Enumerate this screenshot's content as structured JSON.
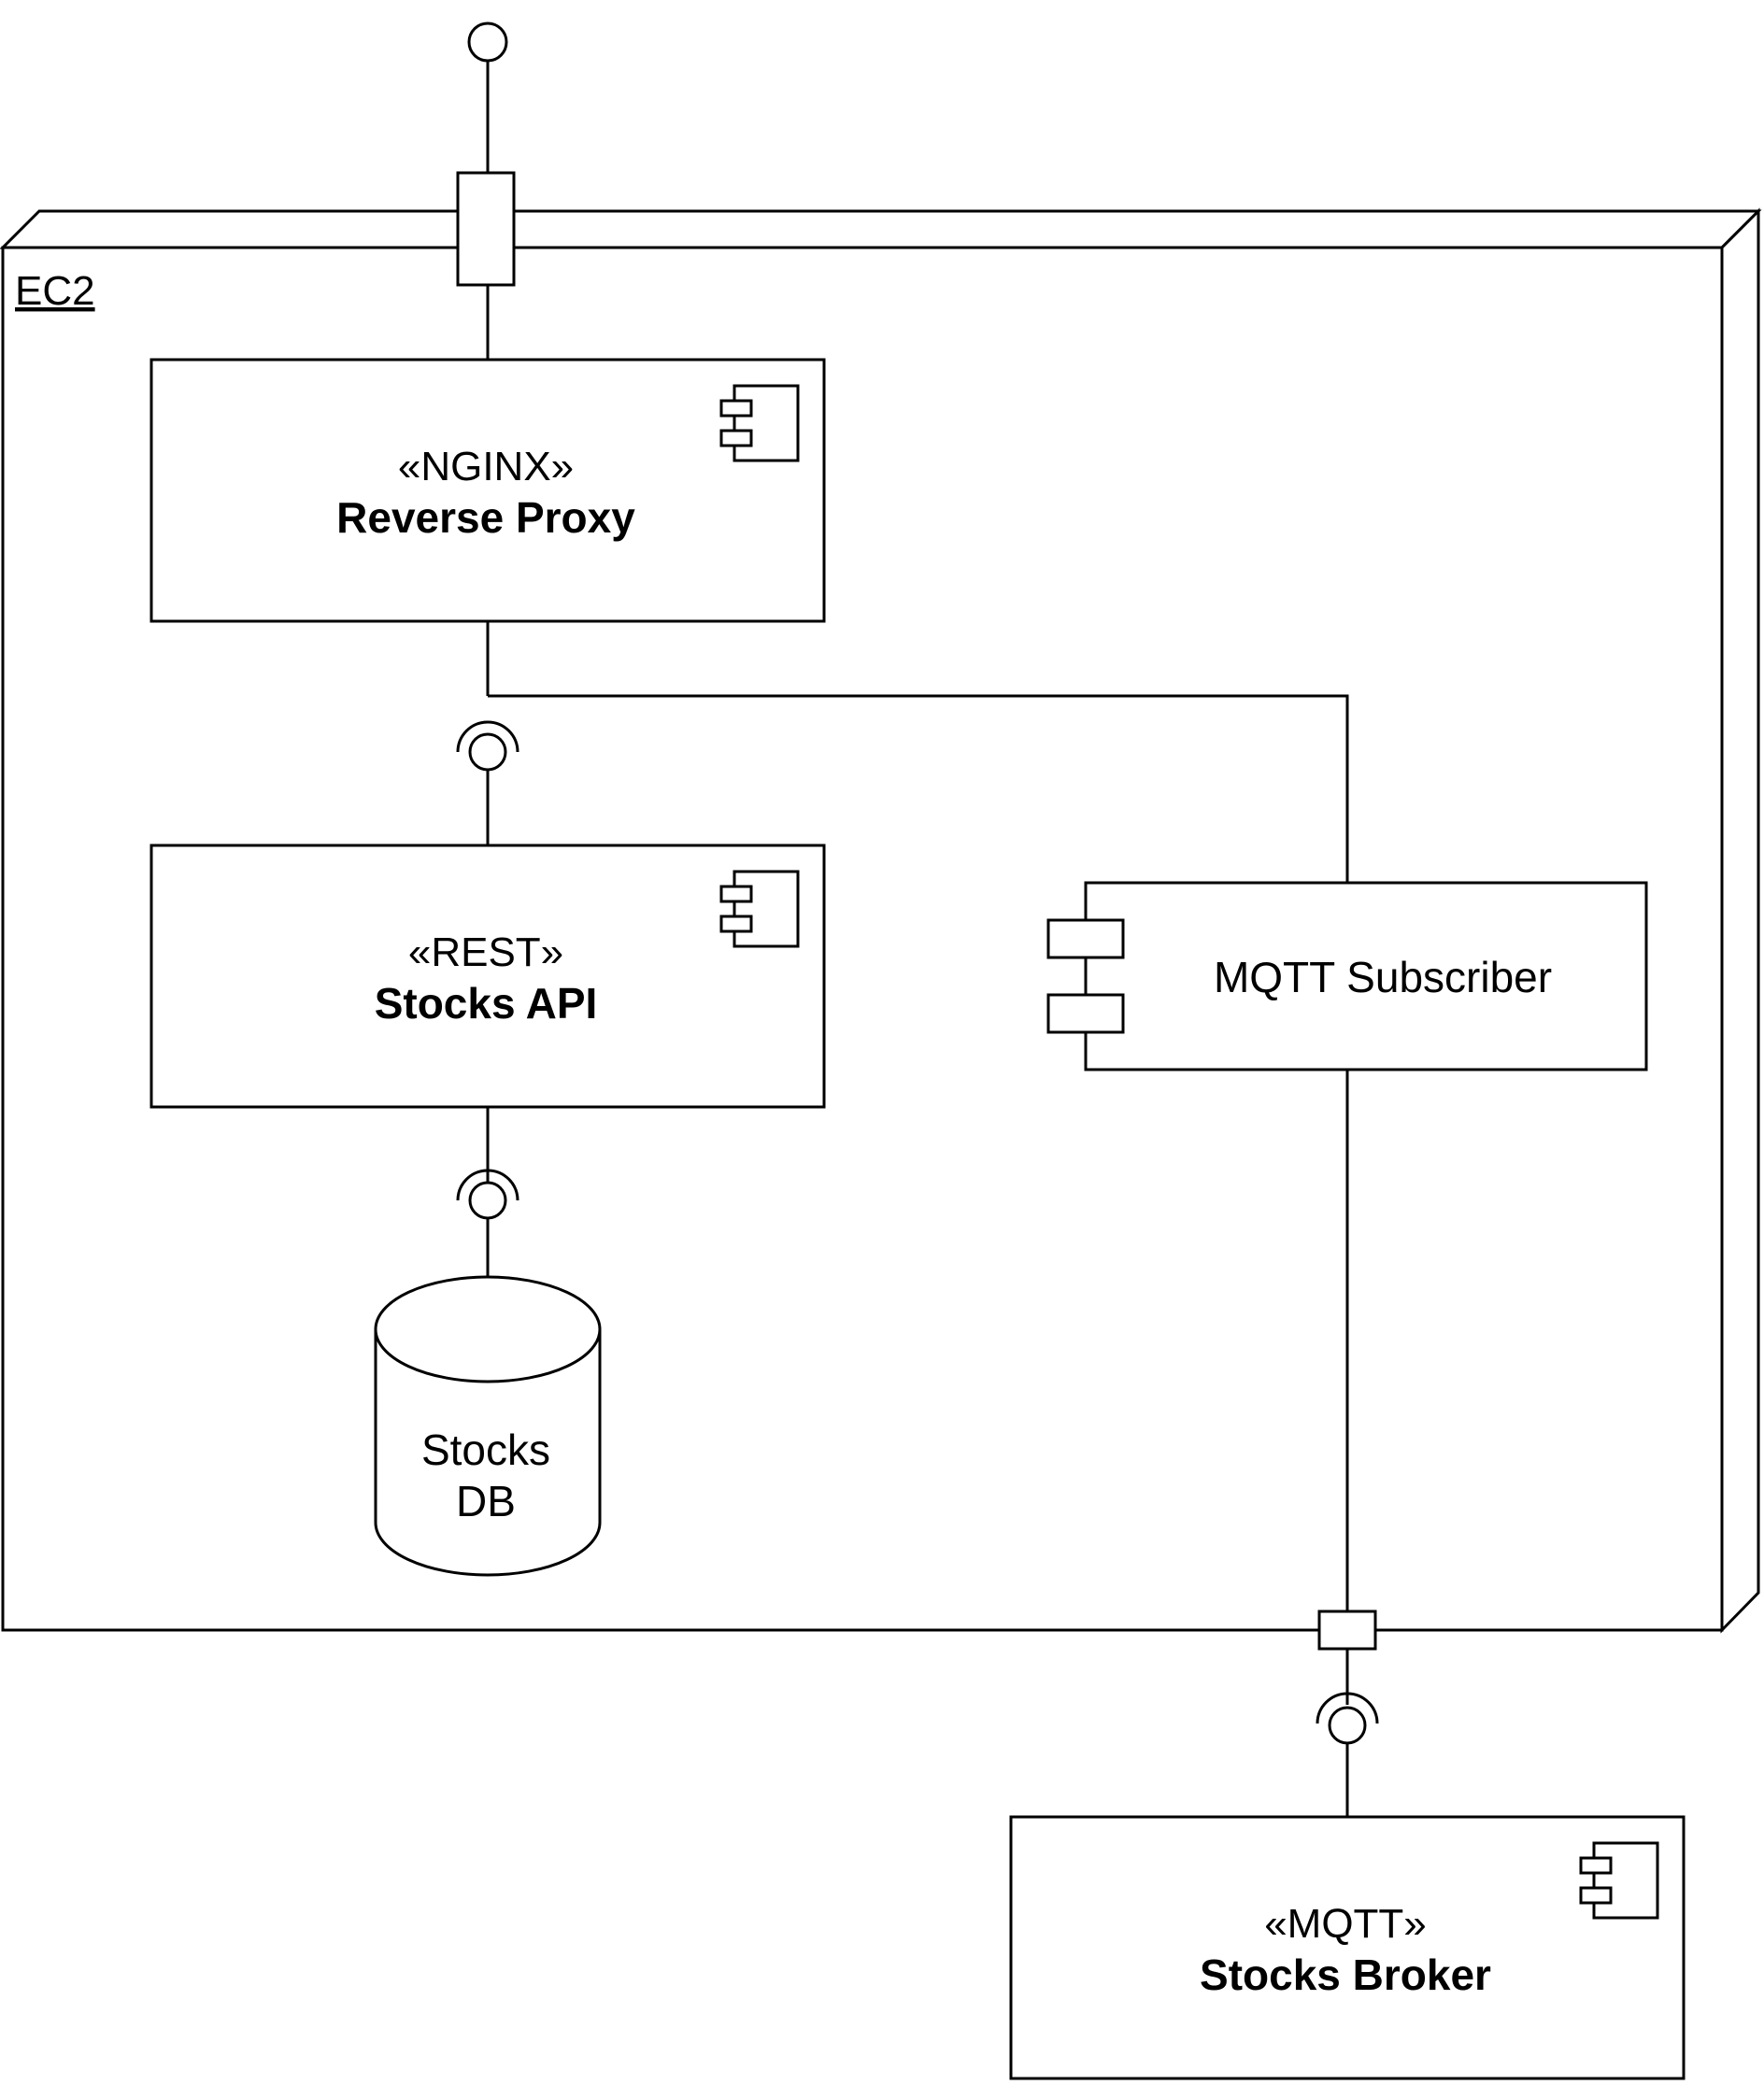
{
  "node": {
    "label": "EC2"
  },
  "reverse_proxy": {
    "stereotype": "«NGINX»",
    "name": "Reverse Proxy"
  },
  "stocks_api": {
    "stereotype": "«REST»",
    "name": "Stocks API"
  },
  "mqtt_subscriber": {
    "name": "MQTT Subscriber"
  },
  "stocks_db": {
    "line1": "Stocks",
    "line2": "DB"
  },
  "stocks_broker": {
    "stereotype": "«MQTT»",
    "name": "Stocks Broker"
  }
}
